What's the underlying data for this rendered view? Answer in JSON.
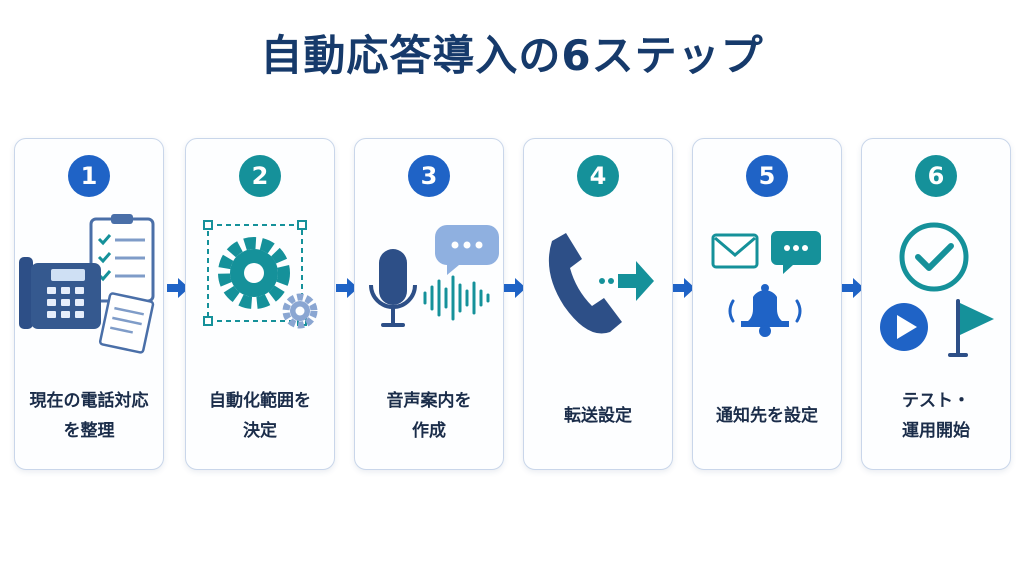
{
  "title": "自動応答導入の6ステップ",
  "colors": {
    "navy": "#163a6b",
    "blue": "#1f63c6",
    "teal": "#15919a"
  },
  "steps": [
    {
      "number": "1",
      "line1": "現在の電話対応",
      "line2": "を整理",
      "icon": "desk-phone-clipboard-icon"
    },
    {
      "number": "2",
      "line1": "自動化範囲を",
      "line2": "決定",
      "icon": "gear-selection-icon"
    },
    {
      "number": "3",
      "line1": "音声案内を",
      "line2": "作成",
      "icon": "microphone-voice-icon"
    },
    {
      "number": "4",
      "line1": "転送設定",
      "line2": "",
      "icon": "phone-forward-icon"
    },
    {
      "number": "5",
      "line1": "通知先を設定",
      "line2": "",
      "icon": "notification-bell-icon"
    },
    {
      "number": "6",
      "line1": "テスト・",
      "line2": "運用開始",
      "icon": "check-play-flag-icon"
    }
  ]
}
